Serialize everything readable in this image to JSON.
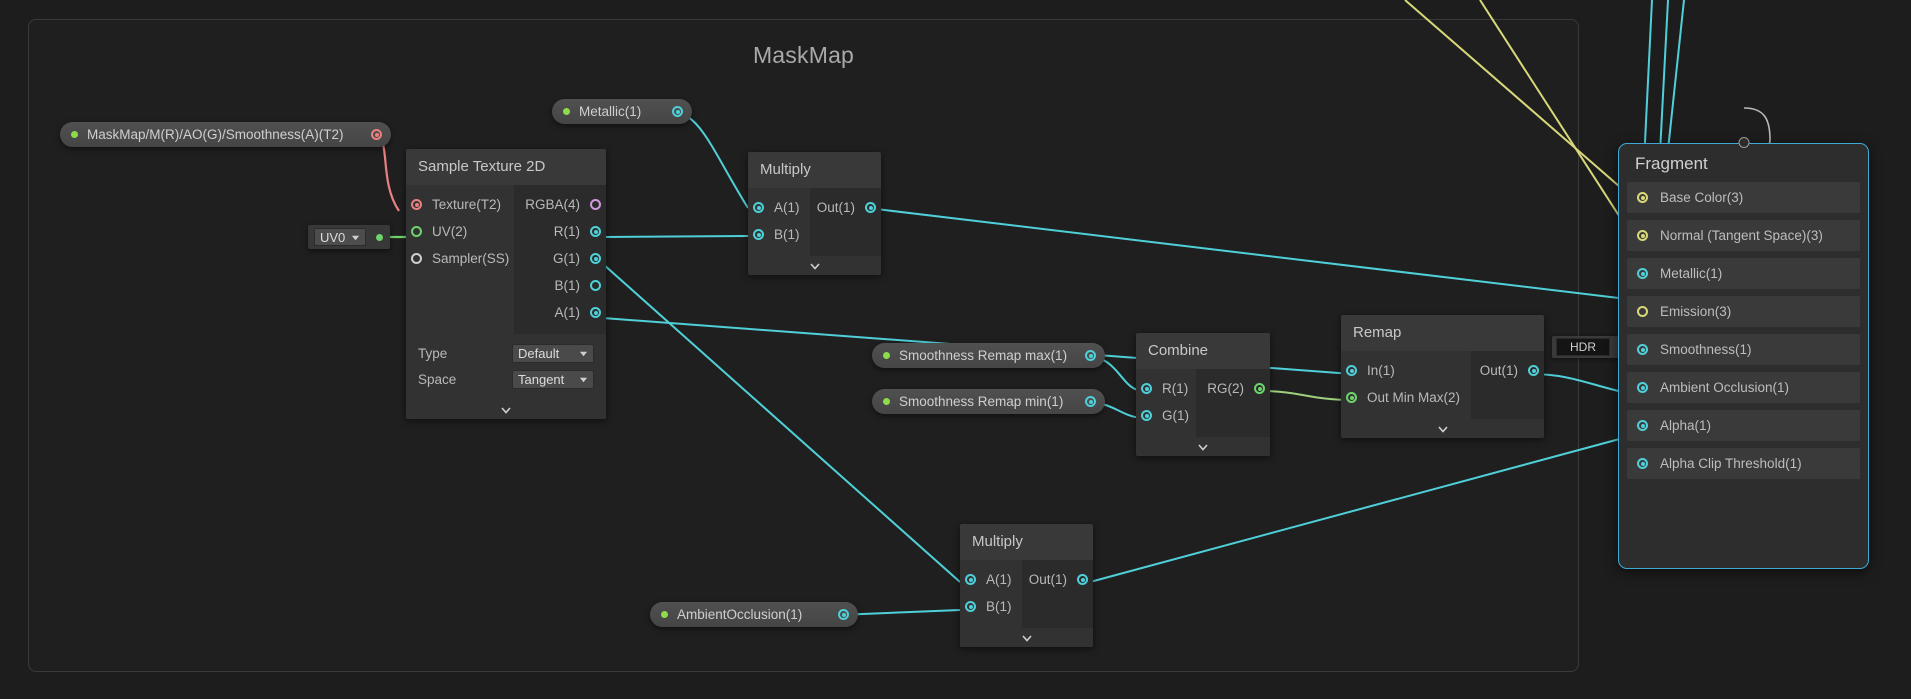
{
  "graph": {
    "group": {
      "title": "MaskMap"
    },
    "properties": [
      {
        "name": "maskmap-property",
        "label": "MaskMap/M(R)/AO(G)/Smoothness(A)(T2)",
        "port_type": "texture2d"
      },
      {
        "name": "metallic-property",
        "label": "Metallic(1)",
        "port_type": "float"
      },
      {
        "name": "smoothness-remap-max-property",
        "label": "Smoothness Remap max(1)",
        "port_type": "float"
      },
      {
        "name": "smoothness-remap-min-property",
        "label": "Smoothness Remap min(1)",
        "port_type": "float"
      },
      {
        "name": "ambient-occlusion-property",
        "label": "AmbientOcclusion(1)",
        "port_type": "float"
      }
    ],
    "uv_node": {
      "label": "UV0"
    },
    "hdr_node": {
      "label": "HDR"
    },
    "nodes": [
      {
        "name": "sample-texture-2d-node",
        "title": "Sample Texture 2D",
        "inputs": [
          {
            "label": "Texture(T2)",
            "type": "texture2d",
            "connected": true
          },
          {
            "label": "UV(2)",
            "type": "uv",
            "connected": false
          },
          {
            "label": "Sampler(SS)",
            "type": "samplerstate",
            "connected": false
          }
        ],
        "outputs": [
          {
            "label": "RGBA(4)",
            "type": "vector4",
            "connected": false
          },
          {
            "label": "R(1)",
            "type": "float",
            "connected": true
          },
          {
            "label": "G(1)",
            "type": "float",
            "connected": true
          },
          {
            "label": "B(1)",
            "type": "float",
            "connected": false
          },
          {
            "label": "A(1)",
            "type": "float",
            "connected": true
          }
        ],
        "settings": [
          {
            "label": "Type",
            "value": "Default"
          },
          {
            "label": "Space",
            "value": "Tangent"
          }
        ]
      },
      {
        "name": "multiply-metallic-node",
        "title": "Multiply",
        "inputs": [
          {
            "label": "A(1)",
            "type": "float",
            "connected": true
          },
          {
            "label": "B(1)",
            "type": "float",
            "connected": true
          }
        ],
        "outputs": [
          {
            "label": "Out(1)",
            "type": "float",
            "connected": true
          }
        ]
      },
      {
        "name": "combine-node",
        "title": "Combine",
        "inputs": [
          {
            "label": "R(1)",
            "type": "float",
            "connected": true
          },
          {
            "label": "G(1)",
            "type": "float",
            "connected": true
          }
        ],
        "outputs": [
          {
            "label": "RG(2)",
            "type": "vector2",
            "connected": true
          }
        ]
      },
      {
        "name": "remap-node",
        "title": "Remap",
        "inputs": [
          {
            "label": "In(1)",
            "type": "float",
            "connected": true
          },
          {
            "label": "Out Min Max(2)",
            "type": "vector2",
            "connected": true
          }
        ],
        "outputs": [
          {
            "label": "Out(1)",
            "type": "float",
            "connected": true
          }
        ]
      },
      {
        "name": "multiply-ao-node",
        "title": "Multiply",
        "inputs": [
          {
            "label": "A(1)",
            "type": "float",
            "connected": true
          },
          {
            "label": "B(1)",
            "type": "float",
            "connected": true
          }
        ],
        "outputs": [
          {
            "label": "Out(1)",
            "type": "float",
            "connected": true
          }
        ]
      }
    ],
    "master_node": {
      "name": "fragment-master-node",
      "title": "Fragment",
      "accent": "#3fa9d6",
      "blocks": [
        {
          "label": "Base Color(3)",
          "type": "vector3",
          "connected": true
        },
        {
          "label": "Normal (Tangent Space)(3)",
          "type": "vector3",
          "connected": true
        },
        {
          "label": "Metallic(1)",
          "type": "float",
          "connected": true
        },
        {
          "label": "Emission(3)",
          "type": "vector3",
          "connected": false
        },
        {
          "label": "Smoothness(1)",
          "type": "float",
          "connected": true
        },
        {
          "label": "Ambient Occlusion(1)",
          "type": "float",
          "connected": true
        },
        {
          "label": "Alpha(1)",
          "type": "float",
          "connected": true
        },
        {
          "label": "Alpha Clip Threshold(1)",
          "type": "float",
          "connected": true
        }
      ]
    },
    "colors": {
      "background": "#1d1d1d",
      "wire_float": "#4fd0d8",
      "wire_texture": "#e98080",
      "wire_uv": "#6dd46d",
      "wire_vector3": "#d8d87a",
      "node_body": "#2b2b2b",
      "node_header": "#393939",
      "master_accent": "#3fa9d6"
    }
  }
}
